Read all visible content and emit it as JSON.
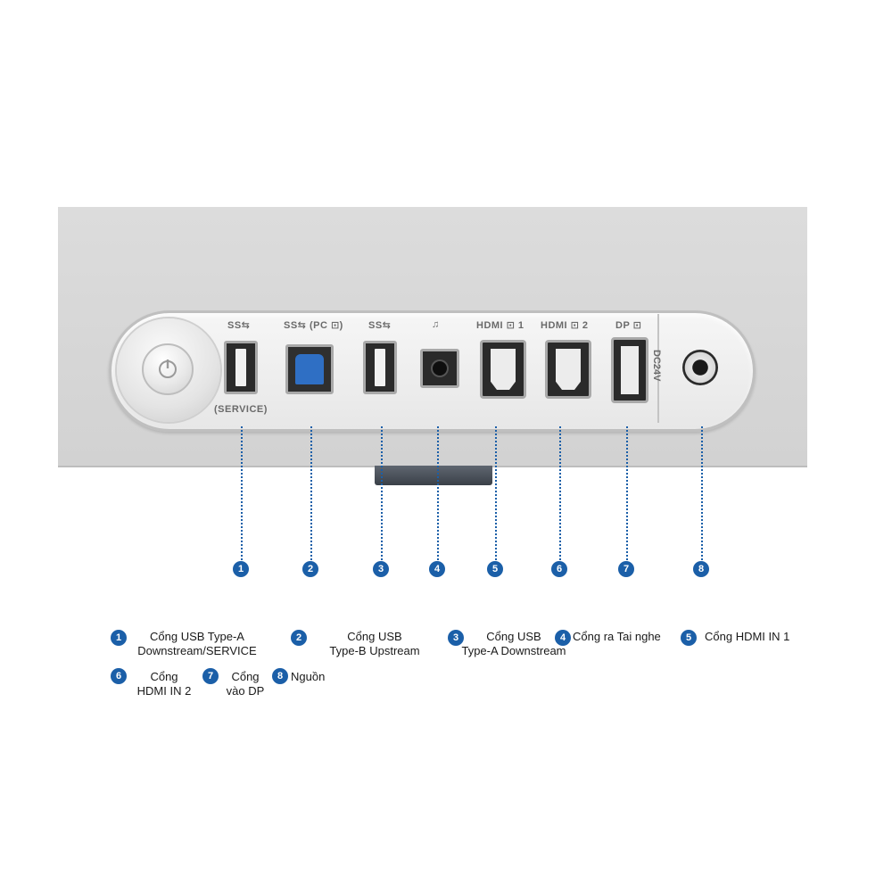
{
  "port_labels": {
    "usb_a_service_top": "SS⇆",
    "usb_b_top": "SS⇆ (PC ⊡)",
    "usb_a_down_top": "SS⇆",
    "headphone_top": "♫",
    "hdmi1_top": "HDMI ⊡ 1",
    "hdmi2_top": "HDMI ⊡ 2",
    "dp_top": "DP ⊡",
    "service": "(SERVICE)",
    "dc": "DC24V"
  },
  "badges": [
    "1",
    "2",
    "3",
    "4",
    "5",
    "6",
    "7",
    "8"
  ],
  "legend": [
    {
      "num": "1",
      "line1": "Cổng USB Type-A",
      "line2": "Downstream/SERVICE"
    },
    {
      "num": "2",
      "line1": "Cổng USB",
      "line2": "Type-B Upstream"
    },
    {
      "num": "3",
      "line1": "Cổng USB",
      "line2": "Type-A Downstream"
    },
    {
      "num": "4",
      "line1": "Cổng ra Tai nghe",
      "line2": ""
    },
    {
      "num": "5",
      "line1": "Cổng HDMI IN 1",
      "line2": ""
    },
    {
      "num": "6",
      "line1": "Cổng",
      "line2": "HDMI IN 2"
    },
    {
      "num": "7",
      "line1": "Cổng",
      "line2": "vào DP"
    },
    {
      "num": "8",
      "line1": "Nguồn",
      "line2": ""
    }
  ],
  "colors": {
    "accent": "#1b5fa8",
    "usb_b_blue": "#2f6fc4"
  }
}
